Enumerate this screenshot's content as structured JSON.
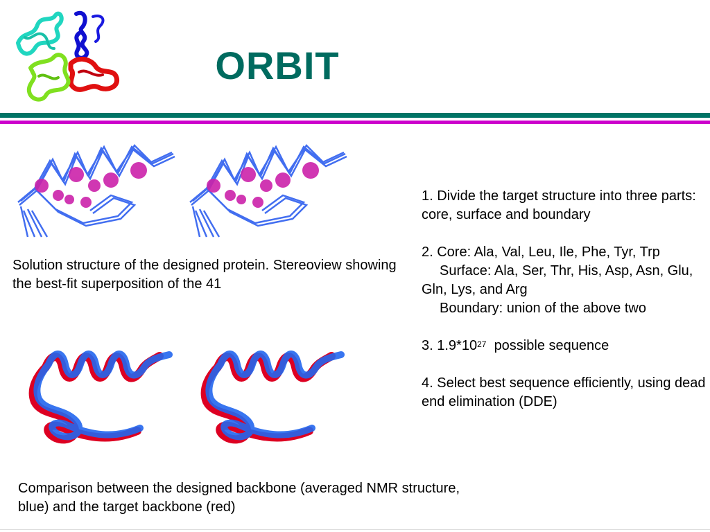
{
  "title": "ORBIT",
  "captions": {
    "stereoview": "Solution structure of the designed protein. Stereoview showing the best-fit superposition of the 41",
    "comparison": "Comparison between the designed backbone (averaged NMR structure, blue)  and the target backbone (red)"
  },
  "steps": {
    "s1": "1. Divide the target structure into three parts: core, surface and boundary",
    "s2_core": "2. Core: Ala, Val, Leu, Ile, Phe, Tyr, Trp",
    "s2_surface": "Surface: Ala, Ser, Thr, His, Asp, Asn, Glu, Gln, Lys, and Arg",
    "s2_boundary": "Boundary: union of the above two",
    "s3_base": "3. 1.9*10",
    "s3_exp": "27",
    "s3_rest": "possible sequence",
    "s4": "4. Select best sequence efficiently, using dead end elimination (DDE)"
  },
  "colors": {
    "title": "#006b5f",
    "rule_teal": "#007466",
    "rule_magenta": "#cc00cc",
    "backbone_blue": "#2255ee",
    "target_red": "#dd0022",
    "sidechain_magenta": "#cc22aa"
  }
}
